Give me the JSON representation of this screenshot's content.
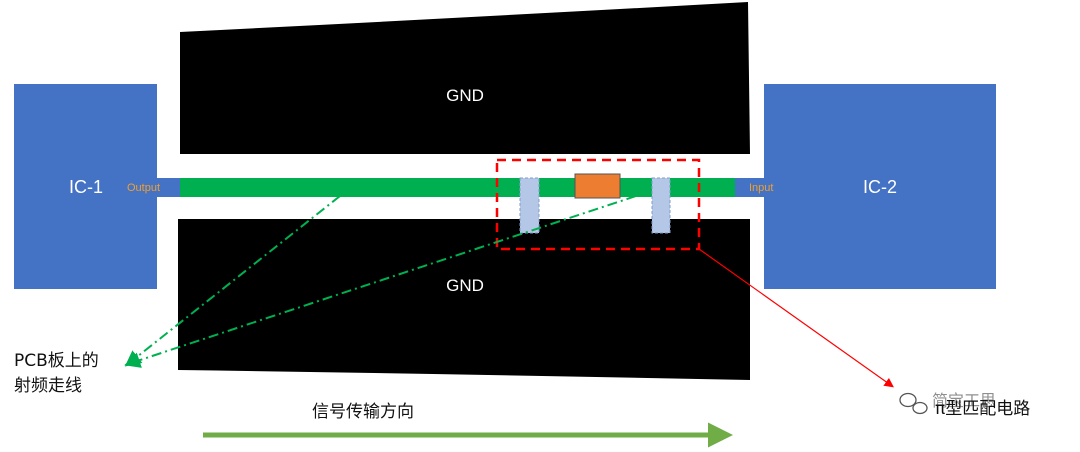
{
  "ic1": {
    "label": "IC-1",
    "port": "Output"
  },
  "ic2": {
    "label": "IC-2",
    "port": "Input"
  },
  "gnd_top": {
    "label": "GND"
  },
  "gnd_bottom": {
    "label": "GND"
  },
  "annotation_trace": {
    "line1": "PCB板上的",
    "line2": "射频走线"
  },
  "annotation_direction": {
    "label": "信号传输方向"
  },
  "annotation_match": {
    "label": "π型匹配电路"
  },
  "watermark": {
    "text": "简宝工思"
  },
  "colors": {
    "ic_fill": "#4472c4",
    "gnd_fill": "#000000",
    "trace": "#00b050",
    "port_pad": "#4472c4",
    "shunt_pad": "#b4c7e7",
    "series_component": "#ed7d31",
    "highlight_box": "#ff0000",
    "direction_arrow": "#70ad47",
    "leader_dashdot": "#00b050"
  }
}
